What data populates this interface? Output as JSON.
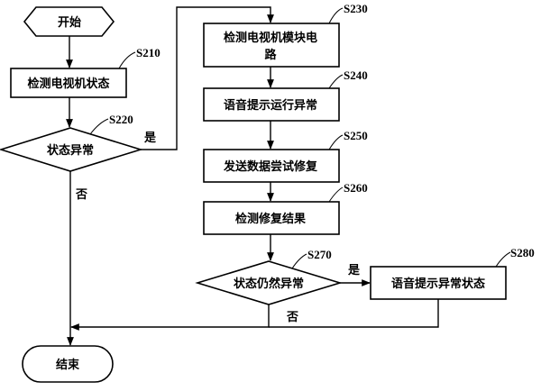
{
  "nodes": {
    "start": "开始",
    "detect_tv_state": "检测电视机状态",
    "state_abnormal": "状态异常",
    "detect_tv_module_line1": "检测电视机模块电",
    "detect_tv_module_line2": "路",
    "voice_prompt_running": "语音提示运行异常",
    "send_data_repair": "发送数据尝试修复",
    "detect_repair_result": "检测修复结果",
    "still_abnormal": "状态仍然异常",
    "voice_prompt_abnormal": "语音提示异常状态",
    "end": "结束"
  },
  "steps": {
    "s210": "S210",
    "s220": "S220",
    "s230": "S230",
    "s240": "S240",
    "s250": "S250",
    "s260": "S260",
    "s270": "S270",
    "s280": "S280"
  },
  "branches": {
    "yes_1": "是",
    "no_1": "否",
    "yes_2": "是",
    "no_2": "否"
  }
}
